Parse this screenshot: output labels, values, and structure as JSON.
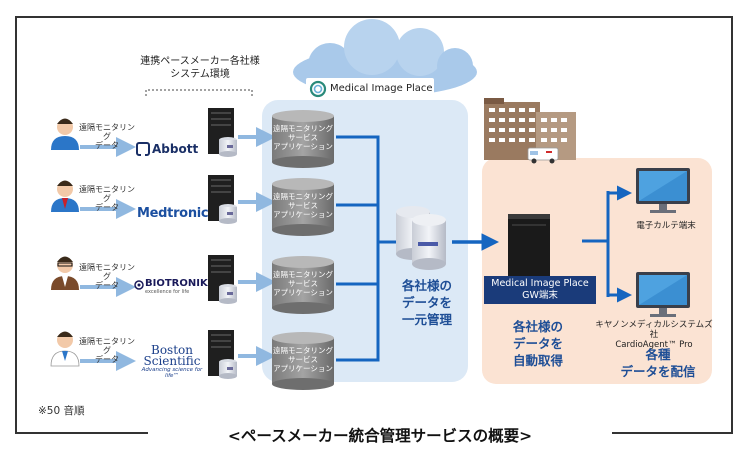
{
  "header": {
    "partner_env": "連携ペースメーカー各社様\nシステム環境"
  },
  "cloud": {
    "label": "Medical Image Place"
  },
  "remote_label": "遠隔モニタリング\nデータ",
  "app_label": "遠隔モニタリング\nサービス\nアプリケーション",
  "manufacturers": [
    {
      "name": "Abbott"
    },
    {
      "name": "Medtronic"
    },
    {
      "name": "BIOTRONIK",
      "tagline": "excellence for life"
    },
    {
      "name_line1": "Boston",
      "name_line2": "Scientific",
      "tagline": "Advancing science for life™"
    }
  ],
  "center": {
    "text": "各社様の\nデータを\n一元管理"
  },
  "hospital": {
    "gw_label": "Medical Image Place\nGW端末",
    "auto_text": "各社様の\nデータを\n自動取得",
    "ehr_label": "電子カルテ端末",
    "cardio_label": "キヤノンメディカルシステムズ社\nCardioAgent™ Pro",
    "deliver_text": "各種\nデータを配信"
  },
  "colors": {
    "cloud_panel": "#dce9f6",
    "hospital_panel": "#fbe3d3",
    "arrow_blue": "#1565c0",
    "arrow_light": "#90b8e0",
    "label_navy": "#1a3b7a"
  },
  "footnote": "※50 音順",
  "title": "<ペースメーカー統合管理サービスの概要>"
}
